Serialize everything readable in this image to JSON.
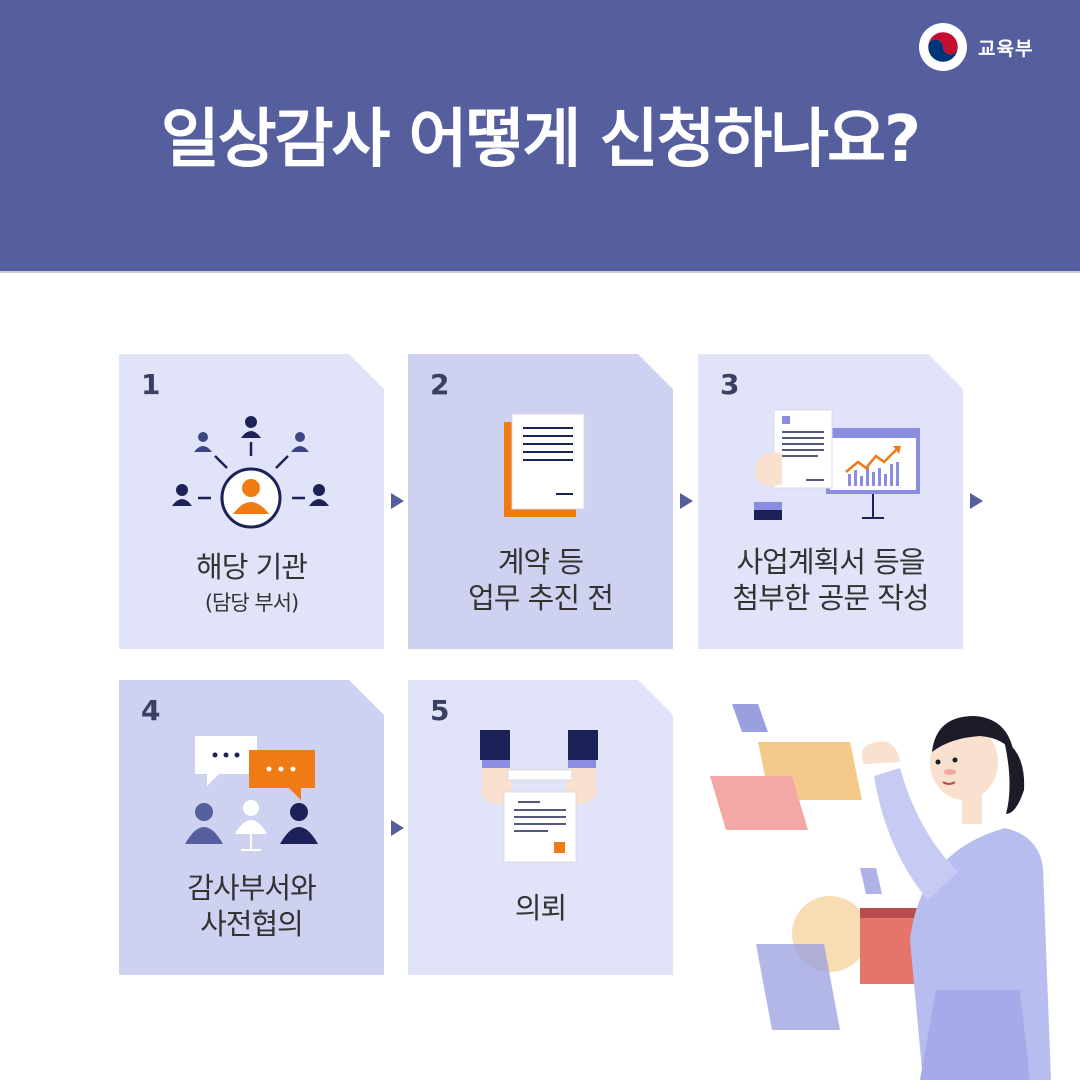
{
  "header": {
    "logo_text": "교육부",
    "title": "일상감사 어떻게 신청하나요?"
  },
  "steps": [
    {
      "number": "1",
      "label_line1": "해당 기관",
      "label_line2": "(담당 부서)",
      "icon": "people-network-icon"
    },
    {
      "number": "2",
      "label_line1": "계약 등",
      "label_line2": "업무 추진 전",
      "icon": "documents-icon"
    },
    {
      "number": "3",
      "label_line1": "사업계획서 등을",
      "label_line2": "첨부한 공문 작성",
      "icon": "plan-chart-icon"
    },
    {
      "number": "4",
      "label_line1": "감사부서와",
      "label_line2": "사전협의",
      "icon": "discussion-icon"
    },
    {
      "number": "5",
      "label_line1": "의뢰",
      "icon": "handover-document-icon"
    }
  ],
  "colors": {
    "header": "#565f9e",
    "card_light": "#e1e3f8",
    "card_dark": "#cfd1f1",
    "accent_orange": "#f07a14",
    "navy": "#1c2157"
  }
}
